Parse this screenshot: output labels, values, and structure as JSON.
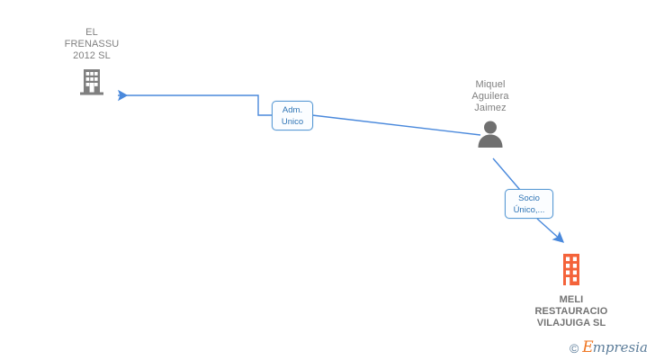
{
  "diagram": {
    "title": "Corporate relationship chart",
    "colors": {
      "company_gray": "#7f7f7f",
      "company_orange": "#f4633a",
      "person_gray": "#707070",
      "edge_blue": "#4a89dc",
      "label_border": "#5b9bd5",
      "label_text": "#2e74b5",
      "text_gray": "#808080"
    },
    "nodes": [
      {
        "id": "el-frenassu",
        "type": "company",
        "name": "EL\nFRENASSU\n2012 SL",
        "icon": "building-icon",
        "icon_color": "#7f7f7f",
        "label_position": "above",
        "bold": false
      },
      {
        "id": "miquel-aguilera-jaimez",
        "type": "person",
        "name": "Miquel\nAguilera\nJaimez",
        "icon": "person-icon",
        "icon_color": "#707070",
        "label_position": "above",
        "bold": false
      },
      {
        "id": "meli-restauracio-vilajuiga",
        "type": "company",
        "name": "MELI\nRESTAURACIO\nVILAJUIGA SL",
        "icon": "building-icon",
        "icon_color": "#f4633a",
        "label_position": "below",
        "bold": true
      }
    ],
    "edges": [
      {
        "id": "edge-adm-unico",
        "from": "miquel-aguilera-jaimez",
        "to": "el-frenassu",
        "label": "Adm.\nUnico",
        "direction": "arrow-left"
      },
      {
        "id": "edge-socio-unico",
        "from": "miquel-aguilera-jaimez",
        "to": "meli-restauracio-vilajuiga",
        "label": "Socio\nÚnico,...",
        "direction": "arrow-down-right"
      }
    ]
  },
  "watermark": {
    "copyright": "©",
    "brand_initial": "E",
    "brand_rest": "mpresia"
  }
}
